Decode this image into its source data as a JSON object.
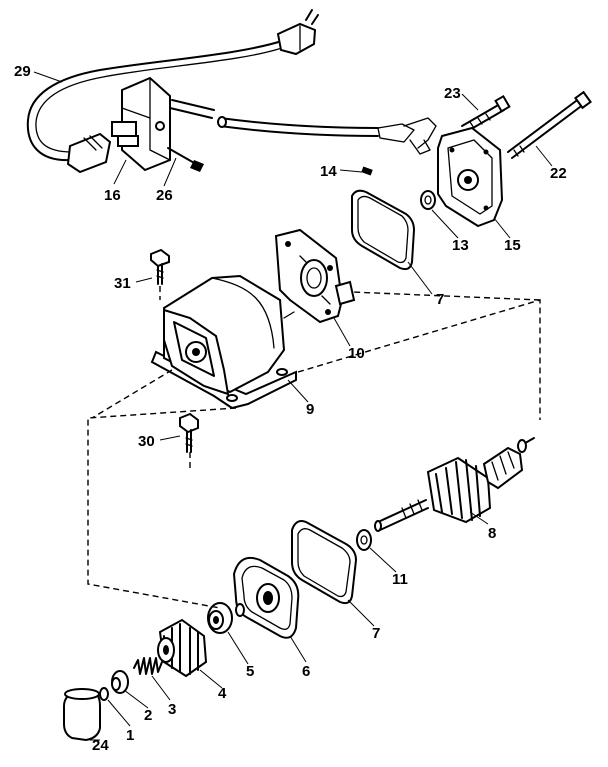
{
  "title": "",
  "parts": [
    {
      "key": "p29",
      "number": "29",
      "name": "power-cord"
    },
    {
      "key": "p16",
      "number": "16",
      "name": "switch-box"
    },
    {
      "key": "p26",
      "number": "26",
      "name": "screw"
    },
    {
      "key": "p23",
      "number": "23",
      "name": "bolt"
    },
    {
      "key": "p22",
      "number": "22",
      "name": "through-bolt"
    },
    {
      "key": "p14",
      "number": "14",
      "name": "screw"
    },
    {
      "key": "p13",
      "number": "13",
      "name": "washer"
    },
    {
      "key": "p15",
      "number": "15",
      "name": "end-cap"
    },
    {
      "key": "p7a",
      "number": "7",
      "name": "gasket"
    },
    {
      "key": "p31",
      "number": "31",
      "name": "bolt"
    },
    {
      "key": "p10",
      "number": "10",
      "name": "brush-plate"
    },
    {
      "key": "p9",
      "number": "9",
      "name": "motor-housing"
    },
    {
      "key": "p30",
      "number": "30",
      "name": "bolt"
    },
    {
      "key": "p8",
      "number": "8",
      "name": "armature"
    },
    {
      "key": "p11",
      "number": "11",
      "name": "washer"
    },
    {
      "key": "p7b",
      "number": "7",
      "name": "gasket"
    },
    {
      "key": "p6",
      "number": "6",
      "name": "drive-end-cap"
    },
    {
      "key": "p5",
      "number": "5",
      "name": "bearing"
    },
    {
      "key": "p4",
      "number": "4",
      "name": "pinion-gear"
    },
    {
      "key": "p3",
      "number": "3",
      "name": "spring"
    },
    {
      "key": "p2",
      "number": "2",
      "name": "retainer"
    },
    {
      "key": "p1",
      "number": "1",
      "name": "snap-ring"
    },
    {
      "key": "p24",
      "number": "24",
      "name": "dust-cap"
    }
  ]
}
